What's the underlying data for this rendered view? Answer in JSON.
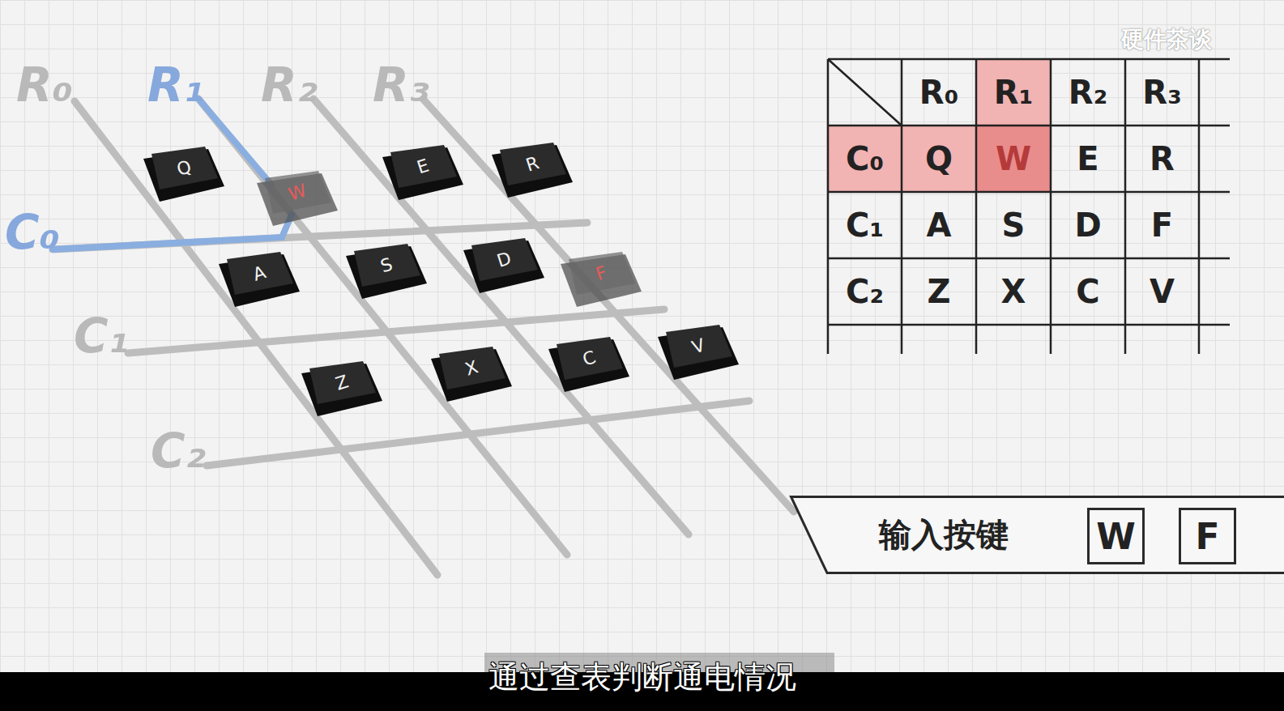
{
  "diagram": {
    "caption": "通过查表判断通电情况",
    "nodes": [
      {
        "text": [
          "Q"
        ]
      },
      {
        "text": [
          "W"
        ]
      },
      {
        "text": [
          "E"
        ]
      },
      {
        "text": [
          "R"
        ]
      },
      {
        "text": [
          "A"
        ]
      },
      {
        "text": [
          "S"
        ]
      },
      {
        "text": [
          "D"
        ]
      },
      {
        "text": [
          "F"
        ]
      },
      {
        "text": [
          "Z"
        ]
      },
      {
        "text": [
          "X"
        ]
      },
      {
        "text": [
          "C"
        ]
      },
      {
        "text": [
          "V"
        ]
      },
      {
        "text": [
          "输入按键"
        ]
      },
      {
        "text": [
          "W"
        ],
        "in": 12
      },
      {
        "text": [
          "F"
        ],
        "in": 12
      }
    ],
    "edges": [],
    "labels": [
      "R₀",
      "R₁",
      "R₂",
      "R₃",
      "C₀",
      "C₁",
      "C₂",
      "R₀",
      "R₁",
      "R₂",
      "R₃",
      "C₀",
      "Q",
      "W",
      "E",
      "R",
      "C₁",
      "A",
      "S",
      "D",
      "F",
      "C₂",
      "Z",
      "X",
      "C",
      "V",
      "硬件茶谈"
    ]
  }
}
